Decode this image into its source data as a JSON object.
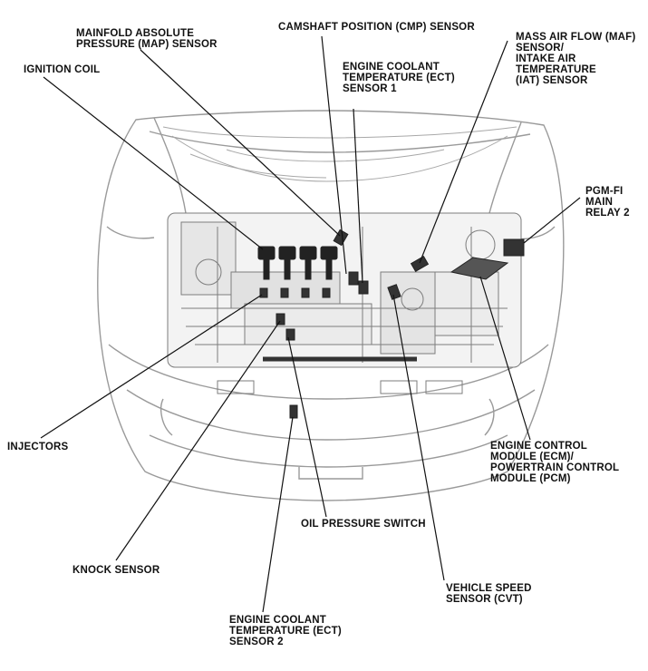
{
  "labels": {
    "map_sensor": [
      "MAINFOLD ABSOLUTE",
      "PRESSURE (MAP) SENSOR"
    ],
    "cmp_sensor": [
      "CAMSHAFT POSITION (CMP) SENSOR"
    ],
    "ect_sensor_1": [
      "ENGINE COOLANT",
      "TEMPERATURE (ECT)",
      "SENSOR 1"
    ],
    "maf_sensor": [
      "MASS AIR FLOW (MAF)",
      "SENSOR/",
      "INTAKE AIR",
      "TEMPERATURE",
      "(IAT) SENSOR"
    ],
    "ignition_coil": [
      "IGNITION COIL"
    ],
    "pgm_fi_relay": [
      "PGM-FI",
      "MAIN",
      "RELAY 2"
    ],
    "injectors": [
      "INJECTORS"
    ],
    "ecm_pcm": [
      "ENGINE CONTROL",
      "MODULE (ECM)/",
      "POWERTRAIN CONTROL",
      "MODULE (PCM)"
    ],
    "oil_pressure_switch": [
      "OIL PRESSURE SWITCH"
    ],
    "knock_sensor": [
      "KNOCK SENSOR"
    ],
    "vss": [
      "VEHICLE SPEED",
      "SENSOR (CVT)"
    ],
    "ect_sensor_2": [
      "ENGINE COOLANT",
      "TEMPERATURE (ECT)",
      "SENSOR 2"
    ]
  },
  "colors": {
    "line": "#111111",
    "drawing": "#8a8a8a",
    "component": "#222222"
  }
}
